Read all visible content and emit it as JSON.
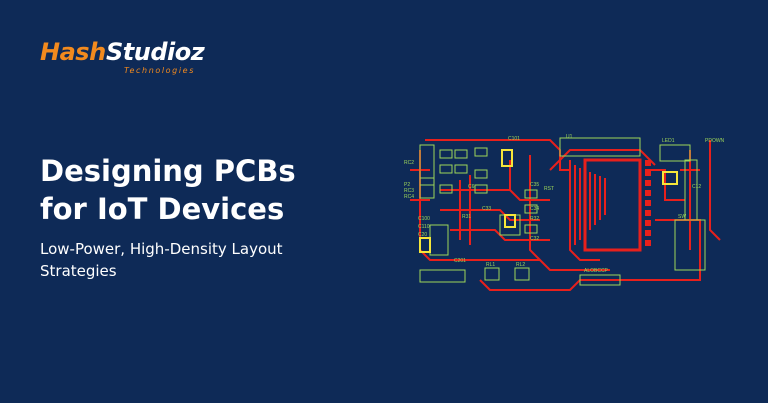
{
  "brand": {
    "logo_hash": "Hash",
    "logo_studioz": "Studioz",
    "logo_tagline": "Technologies"
  },
  "hero": {
    "title_line1": "Designing PCBs",
    "title_line2": "for IoT Devices",
    "subtitle_line1": "Low-Power, High-Density Layout",
    "subtitle_line2": "Strategies"
  },
  "colors": {
    "background": "#0e2a57",
    "brand_orange": "#f28a1e",
    "trace_red": "#e8201c",
    "silkscreen_green": "#9dd65a",
    "highlight_yellow": "#f5e63a"
  },
  "pcb_labels": {
    "u1": "U1",
    "led1": "LED1",
    "pdown": "PDOWN",
    "rc2": "RC2",
    "p2": "P2",
    "rc3": "RC3",
    "rc4": "RC4",
    "c101": "C101",
    "c6": "C6",
    "c35": "C35",
    "c34": "C34",
    "c33": "C33",
    "r32": "R32",
    "c32": "C32",
    "c100": "C100",
    "c110": "C110",
    "c20": "C20",
    "c201": "C201",
    "rl1": "RL1",
    "rl2": "RL2",
    "sw": "SW",
    "r31": "R31",
    "rst": "RST",
    "alobcp": "ALOBCCP",
    "c12": "C12"
  }
}
